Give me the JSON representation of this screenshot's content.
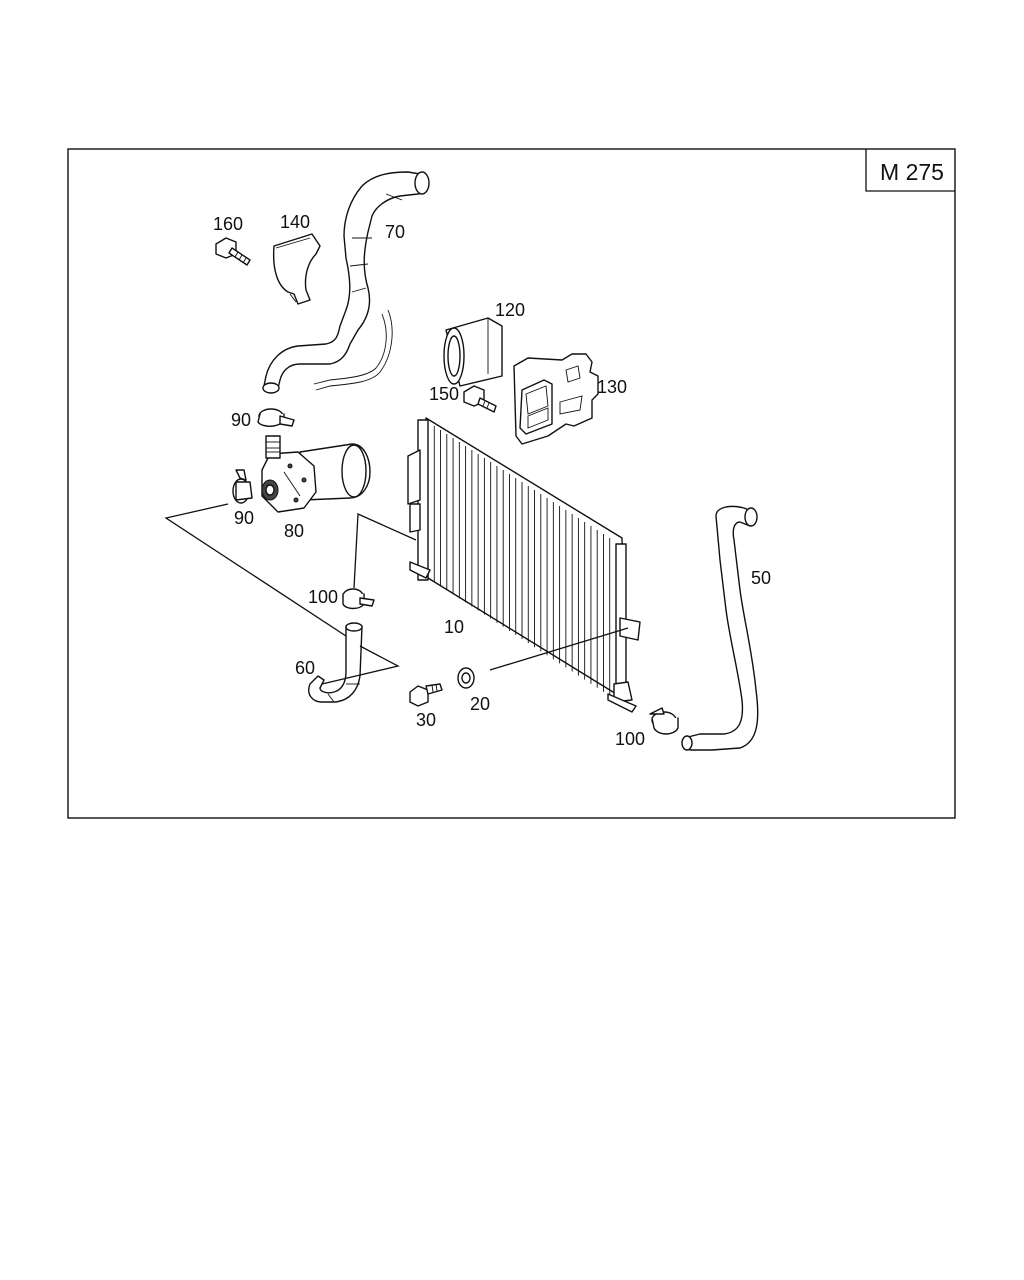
{
  "diagram_code": "M 275",
  "part_labels": {
    "p10": "10",
    "p20": "20",
    "p30": "30",
    "p50": "50",
    "p60": "60",
    "p70": "70",
    "p80": "80",
    "p90a": "90",
    "p90b": "90",
    "p100a": "100",
    "p100b": "100",
    "p120": "120",
    "p130": "130",
    "p140": "140",
    "p150": "150",
    "p160": "160"
  }
}
